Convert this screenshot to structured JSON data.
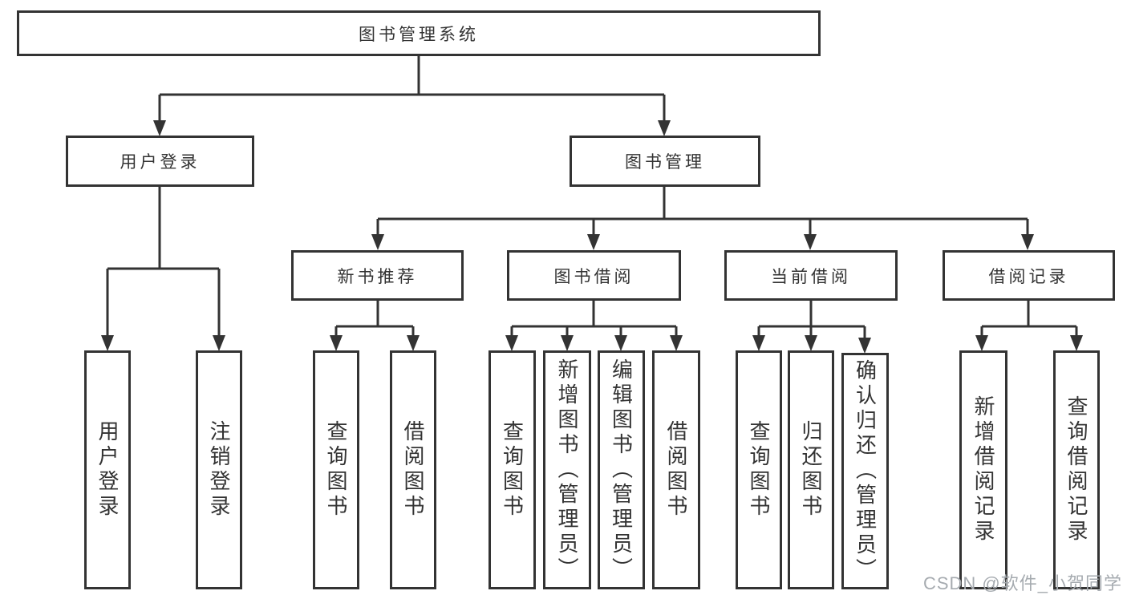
{
  "diagram": {
    "root": {
      "label": "图书管理系统"
    },
    "level2": [
      {
        "id": "user-login",
        "label": "用户登录"
      },
      {
        "id": "book-management",
        "label": "图书管理"
      }
    ],
    "level3": [
      {
        "id": "new-book-recommend",
        "label": "新书推荐"
      },
      {
        "id": "book-borrowing",
        "label": "图书借阅"
      },
      {
        "id": "current-borrowing",
        "label": "当前借阅"
      },
      {
        "id": "borrowing-records",
        "label": "借阅记录"
      }
    ],
    "leaves": [
      {
        "id": "user-login-leaf",
        "label": "用户登录"
      },
      {
        "id": "logout",
        "label": "注销登录"
      },
      {
        "id": "query-books-1",
        "label": "查询图书"
      },
      {
        "id": "borrow-books-1",
        "label": "借阅图书"
      },
      {
        "id": "query-books-2",
        "label": "查询图书"
      },
      {
        "id": "add-books-admin",
        "label": "新增图书（管理员）"
      },
      {
        "id": "edit-books-admin",
        "label": "编辑图书（管理员）"
      },
      {
        "id": "borrow-books-2",
        "label": "借阅图书"
      },
      {
        "id": "query-books-3",
        "label": "查询图书"
      },
      {
        "id": "return-books",
        "label": "归还图书"
      },
      {
        "id": "confirm-return-admin",
        "label": "确认归还（管理员）"
      },
      {
        "id": "add-borrow-record",
        "label": "新增借阅记录"
      },
      {
        "id": "query-borrow-record",
        "label": "查询借阅记录"
      }
    ]
  },
  "watermark": {
    "text": "CSDN @软件_小贺同学"
  },
  "colors": {
    "line": "#333333",
    "text": "#333333",
    "watermark": "#a6abb0",
    "background": "#ffffff"
  }
}
